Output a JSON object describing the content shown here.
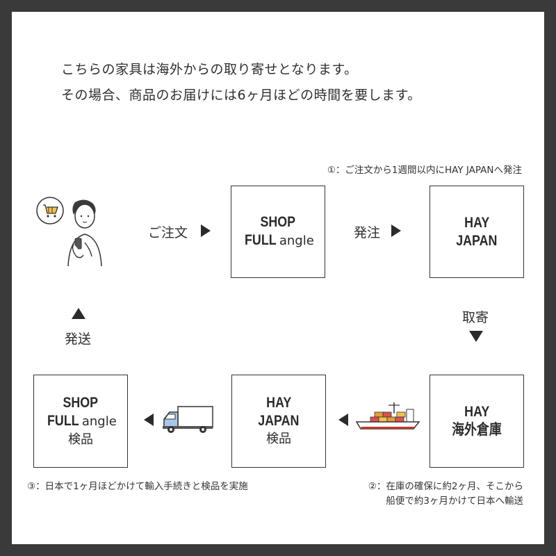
{
  "intro": {
    "line1": "こちらの家具は海外からの取り寄せとなります。",
    "line2": "その場合、商品のお届けには6ヶ月ほどの時間を要します。"
  },
  "notes": {
    "note1": "①：ご注文から1週間以内にHAY JAPANへ発注",
    "note2_line1": "②：在庫の確保に約2ヶ月、そこから",
    "note2_line2": "船便で約3ヶ月かけて日本へ輸送",
    "note3": "③：日本で1ヶ月ほどかけて輸入手続きと検品を実施"
  },
  "steps": {
    "order_label": "ご注文",
    "hatchu_label": "発注",
    "torikose_label": "取寄",
    "hasso_label": "発送"
  },
  "boxes": {
    "shop_top": {
      "line1": "SHOP",
      "line2": "FULL",
      "line2_suffix": "angle"
    },
    "hay_japan_top": {
      "line1": "HAY",
      "line2": "JAPAN"
    },
    "hay_warehouse": {
      "line1": "HAY",
      "line2": "海外倉庫"
    },
    "hay_japan_inspect": {
      "line1": "HAY",
      "line2": "JAPAN",
      "line3": "検品"
    },
    "shop_inspect": {
      "line1": "SHOP",
      "line2": "FULL",
      "line2_suffix": "angle",
      "line3": "検品"
    }
  },
  "icons": [
    "customer-with-phone-icon",
    "shopping-cart-icon",
    "truck-icon",
    "cargo-ship-icon",
    "arrow-right-icon",
    "arrow-left-icon",
    "arrow-up-icon",
    "arrow-down-icon"
  ],
  "colors": {
    "frame": "#3a3a3a",
    "text": "#2f2f2f",
    "ship_hull": "#c0392b",
    "truck_body": "#a9c7e8"
  }
}
